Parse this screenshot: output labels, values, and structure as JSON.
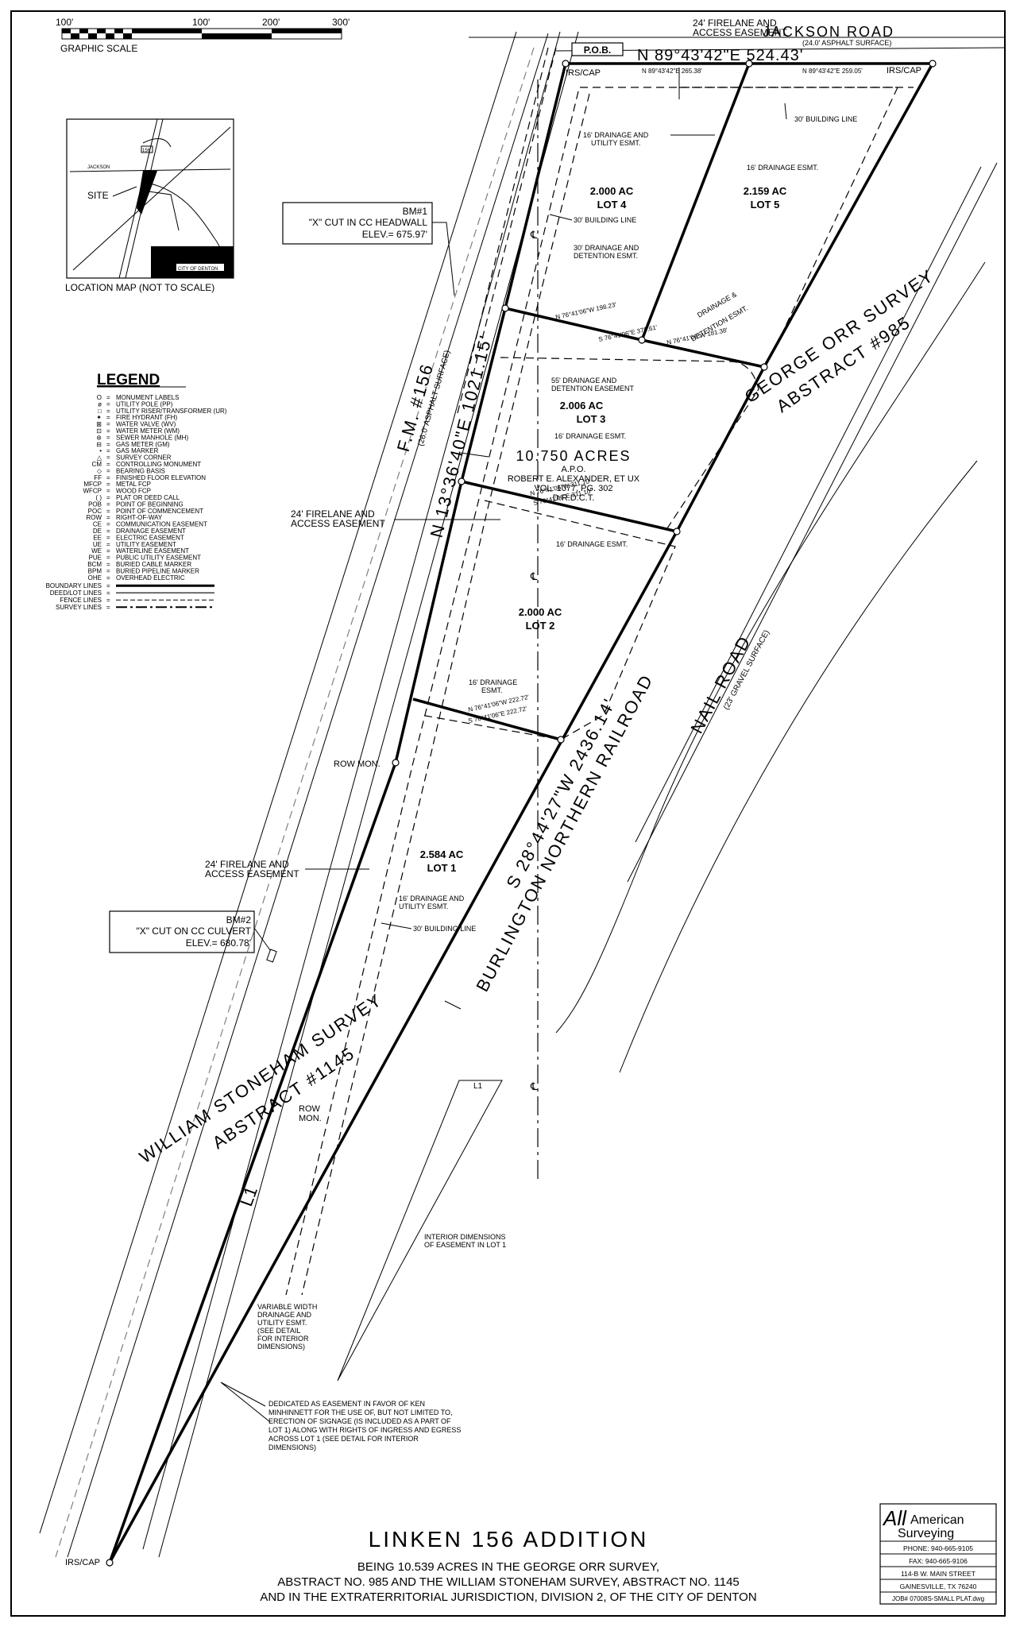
{
  "scale": {
    "label": "GRAPHIC SCALE",
    "ticks": [
      "100'",
      "100'",
      "200'",
      "300'"
    ]
  },
  "location_map": {
    "caption": "LOCATION MAP (NOT TO SCALE)",
    "site_label": "SITE",
    "road_label": "JACKSON",
    "route_label": "156",
    "inset_label": "CITY OF DENTON"
  },
  "benchmarks": [
    {
      "id": "BM#1",
      "line1": "\"X\" CUT IN CC HEADWALL",
      "line2": "ELEV.= 675.97'"
    },
    {
      "id": "BM#2",
      "line1": "\"X\" CUT ON CC CULVERT",
      "line2": "ELEV.= 680.78'"
    }
  ],
  "legend": {
    "title": "LEGEND",
    "entries": [
      {
        "symbol": "O",
        "text": "MONUMENT LABELS"
      },
      {
        "symbol": "ø",
        "text": "UTILITY POLE (PP)"
      },
      {
        "symbol": "□",
        "text": "UTILITY RISER/TRANSFORMER (UR)"
      },
      {
        "symbol": "✦",
        "text": "FIRE HYDRANT (FH)"
      },
      {
        "symbol": "⊠",
        "text": "WATER VALVE (WV)"
      },
      {
        "symbol": "⊡",
        "text": "WATER METER (WM)"
      },
      {
        "symbol": "⊚",
        "text": "SEWER MANHOLE (MH)"
      },
      {
        "symbol": "⊟",
        "text": "GAS METER (GM)"
      },
      {
        "symbol": "•",
        "text": "GAS MARKER"
      },
      {
        "symbol": "△",
        "text": "SURVEY CORNER"
      },
      {
        "symbol": "CM",
        "text": "CONTROLLING MONUMENT"
      },
      {
        "symbol": "◇",
        "text": "BEARING BASIS"
      },
      {
        "symbol": "FF",
        "text": "FINISHED FLOOR ELEVATION"
      },
      {
        "symbol": "MFCP",
        "text": "METAL FCP"
      },
      {
        "symbol": "WFCP",
        "text": "WOOD FCP"
      },
      {
        "symbol": "( )",
        "text": "PLAT OR DEED CALL"
      },
      {
        "symbol": "POB",
        "text": "POINT OF BEGINNING"
      },
      {
        "symbol": "POC",
        "text": "POINT OF COMMENCEMENT"
      },
      {
        "symbol": "ROW",
        "text": "RIGHT-OF-WAY"
      },
      {
        "symbol": "CE",
        "text": "COMMUNICATION EASEMENT"
      },
      {
        "symbol": "DE",
        "text": "DRAINAGE EASEMENT"
      },
      {
        "symbol": "EE",
        "text": "ELECTRIC EASEMENT"
      },
      {
        "symbol": "UE",
        "text": "UTILITY EASEMENT"
      },
      {
        "symbol": "WE",
        "text": "WATERLINE EASEMENT"
      },
      {
        "symbol": "PUE",
        "text": "PUBLIC UTILITY EASEMENT"
      },
      {
        "symbol": "BCM",
        "text": "BURIED CABLE MARKER"
      },
      {
        "symbol": "BPM",
        "text": "BURIED PIPELINE MARKER"
      },
      {
        "symbol": "OHE",
        "text": "OVERHEAD ELECTRIC"
      }
    ],
    "line_entries": [
      "BOUNDARY LINES",
      "DEED/LOT LINES",
      "FENCE LINES",
      "SURVEY LINES"
    ]
  },
  "roads": {
    "jackson": "JACKSON ROAD",
    "jackson_sub": "(24.0' ASPHALT SURFACE)",
    "fm": "F.M. #156",
    "fm_sub": "(26.0' ASPHALT SURFACE)",
    "nail": "NAIL ROAD",
    "nail_sub": "(23' GRAVEL SURFACE)",
    "railroad": "BURLINGTON NORTHERN RAILROAD"
  },
  "surveys": {
    "orr1": "GEORGE ORR SURVEY",
    "orr2": "ABSTRACT #985",
    "stoneham1": "WILLIAM STONEHAM SURVEY",
    "stoneham2": "ABSTRACT #1145"
  },
  "bearings": {
    "north": "N 89°43'42\"E 524.43'",
    "west": "N 13°36'40\"E 1021.15'",
    "east": "S 28°44'27\"W 2436.14'",
    "north_w": "N 89°43'42\"E 265.38'",
    "north_e": "N 89°43'42\"E 259.05'",
    "l45": "N 76°41'06\"W 198.23'",
    "l45b": "S 76°41'06\"E 379.61'",
    "l45c": "N 76°41'06\"W 181.38'",
    "l23": "N 76°41'06\"W 311.10'",
    "l23b": "S 76°41'06\"E 311.10'",
    "l12": "N 76°41'06\"W 222.72'",
    "l12b": "S 76°41'06\"E 222.72'",
    "l1": "L1"
  },
  "lots": [
    {
      "area": "2.000 AC",
      "name": "LOT 4"
    },
    {
      "area": "2.159 AC",
      "name": "LOT 5"
    },
    {
      "area": "2.006 AC",
      "name": "LOT 3"
    },
    {
      "area": "2.000 AC",
      "name": "LOT 2"
    },
    {
      "area": "2.584 AC",
      "name": "LOT 1"
    }
  ],
  "owner": {
    "acres": "10.750 ACRES",
    "apo": "A.P.O.",
    "name": "ROBERT E. ALEXANDER, ET UX",
    "vol": "VOL. 1077, PG. 302",
    "rec": "D.R.D.C.T."
  },
  "labels": {
    "pob": "P.O.B.",
    "irs1": "IRS/CAP",
    "irs2": "IRS/CAP",
    "irs3": "IRS/CAP",
    "fire1a": "24' FIRELANE AND",
    "fire1b": "ACCESS EASEMENT",
    "fire2a": "24' FIRELANE AND",
    "fire2b": "ACCESS EASEMENT",
    "fire3a": "24' FIRELANE AND",
    "fire3b": "ACCESS EASEMENT",
    "bl30a": "30' BUILDING LINE",
    "bl30b": "30' BUILDING LINE",
    "bl30c": "30' BUILDING LINE",
    "drain16a": "16' DRAINAGE AND",
    "drain16b": "UTILITY ESMT.",
    "drain16c": "16' DRAINAGE ESMT.",
    "drain16d": "16' DRAINAGE ESMT.",
    "drain16e": "16' DRAINAGE ESMT.",
    "drain16f": "16' DRAINAGE",
    "drain16g": "ESMT.",
    "drain16h": "16' DRAINAGE AND",
    "drain16i": "UTILITY ESMT.",
    "det30a": "30' DRAINAGE AND",
    "det30b": "DETENTION ESMT.",
    "det55a": "55' DRAINAGE AND",
    "det55b": "DETENTION EASEMENT",
    "det_a": "DRAINAGE &",
    "det_b": "DETENTION ESMT.",
    "rowmon1": "ROW MON.",
    "rowmon2a": "ROW",
    "rowmon2b": "MON.",
    "interior1": "INTERIOR DIMENSIONS",
    "interior2": "OF EASEMENT IN LOT 1",
    "var1": "VARIABLE WIDTH",
    "var2": "DRAINAGE AND",
    "var3": "UTILITY ESMT.",
    "var4": "(SEE DETAIL",
    "var5": "FOR INTERIOR",
    "var6": "DIMENSIONS)",
    "ded1": "DEDICATED AS EASEMENT IN FAVOR OF KEN",
    "ded2": "MINHINNETT FOR THE USE OF, BUT NOT LIMITED TO,",
    "ded3": "ERECTION OF SIGNAGE (IS INCLUDED AS A PART OF",
    "ded4": "LOT 1) ALONG WITH RIGHTS OF INGRESS AND EGRESS",
    "ded5": "ACROSS LOT 1 (SEE DETAIL FOR INTERIOR",
    "ded6": "DIMENSIONS)"
  },
  "title_block": {
    "title": "LINKEN 156 ADDITION",
    "line1": "BEING 10.539 ACRES IN THE GEORGE ORR SURVEY,",
    "line2": "ABSTRACT NO. 985 AND THE WILLIAM STONEHAM SURVEY, ABSTRACT NO. 1145",
    "line3": "AND IN THE EXTRATERRITORIAL JURISDICTION, DIVISION 2, OF THE CITY OF DENTON"
  },
  "company": {
    "name_a": "All",
    "name_b": "American",
    "name_c": "Surveying",
    "phone": "PHONE: 940-665-9105",
    "fax": "FAX: 940-665-9106",
    "street": "114-B W. MAIN STREET",
    "city": "GAINESVILLE, TX 76240",
    "job": "JOB# 07008S-SMALL PLAT.dwg"
  }
}
